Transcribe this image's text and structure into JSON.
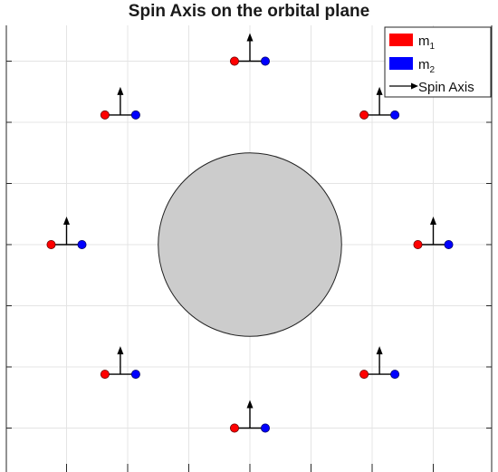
{
  "title": "Spin Axis on the orbital plane",
  "legend": [
    {
      "symbol": "m",
      "sub": "1",
      "color": "#ff0000",
      "kind": "swatch"
    },
    {
      "symbol": "m",
      "sub": "2",
      "color": "#0000ff",
      "kind": "swatch"
    },
    {
      "label": "Spin Axis",
      "kind": "arrow"
    }
  ],
  "colors": {
    "m1": "#ff0000",
    "m2": "#0000ff",
    "central_body_fill": "#cccccc",
    "grid": "#e4e4e4",
    "axis": "#262626"
  },
  "chart_data": {
    "type": "scatter",
    "xlim": [
      -4,
      4
    ],
    "ylim": [
      -4,
      4
    ],
    "grid": true,
    "legend_position": "top-right",
    "central_body": {
      "x": 0,
      "y": 0,
      "radius": 1.5
    },
    "systems": [
      {
        "x": 0,
        "y": 3,
        "spin": "up"
      },
      {
        "x": 2.12,
        "y": 2.12,
        "spin": "up"
      },
      {
        "x": 3,
        "y": 0,
        "spin": "up"
      },
      {
        "x": 2.12,
        "y": -2.12,
        "spin": "up"
      },
      {
        "x": 0,
        "y": -3,
        "spin": "up"
      },
      {
        "x": -2.12,
        "y": -2.12,
        "spin": "up"
      },
      {
        "x": -3,
        "y": 0,
        "spin": "up"
      },
      {
        "x": -2.12,
        "y": 2.12,
        "spin": "up"
      }
    ]
  }
}
